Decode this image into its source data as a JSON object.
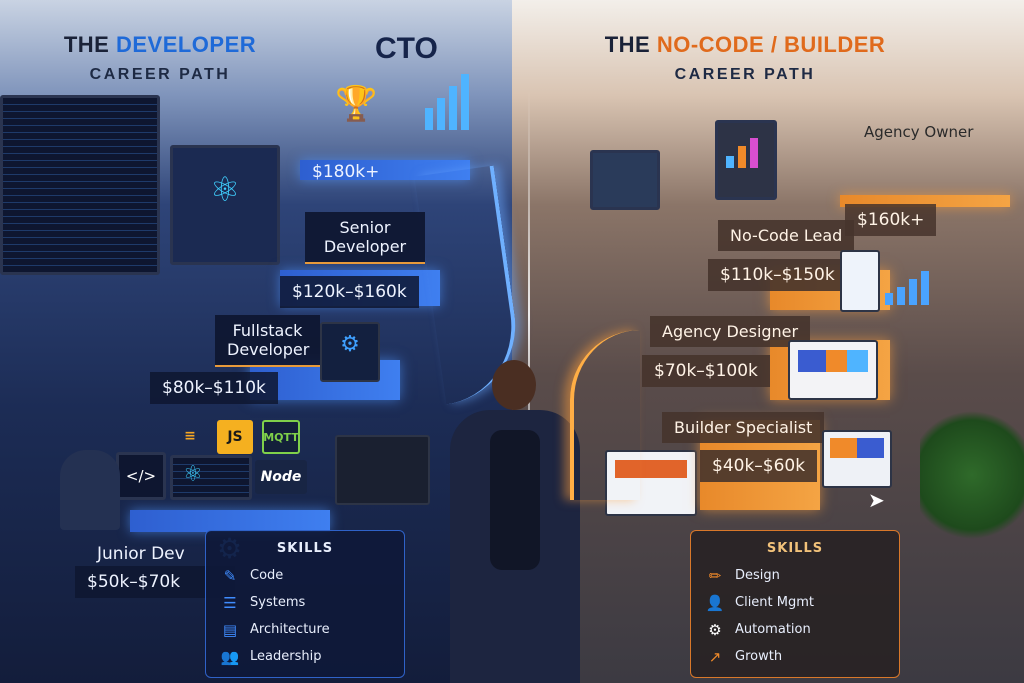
{
  "left": {
    "title_prefix": "THE",
    "title_accent": "DEVELOPER",
    "subtitle": "CAREER PATH",
    "accent_color": "#1f6ad8",
    "top_role": "CTO",
    "levels": [
      {
        "role": "CTO",
        "salary": "$180k+"
      },
      {
        "role": "Senior Developer",
        "role_l1": "Senior",
        "role_l2": "Developer",
        "salary": "$120k–$160k"
      },
      {
        "role": "Fullstack Developer",
        "role_l1": "Fullstack",
        "role_l2": "Developer",
        "salary": "$80k–$110k"
      },
      {
        "role": "Junior Dev",
        "salary": "$50k–$70k"
      }
    ],
    "tech_tiles": [
      "</>",
      "JS",
      "MQTT",
      "Node"
    ],
    "skills_title": "SKILLS",
    "skills": [
      {
        "label": "Code",
        "icon": "code-edit-icon",
        "glyph": "✎"
      },
      {
        "label": "Systems",
        "icon": "list-icon",
        "glyph": "☰"
      },
      {
        "label": "Architecture",
        "icon": "blueprint-icon",
        "glyph": "▤"
      },
      {
        "label": "Leadership",
        "icon": "people-icon",
        "glyph": "👥"
      }
    ]
  },
  "right": {
    "title_prefix": "THE",
    "title_accent": "NO-CODE / BUILDER",
    "subtitle": "CAREER PATH",
    "accent_color": "#e06a1c",
    "levels": [
      {
        "role": "Agency Owner",
        "salary": "$160k+"
      },
      {
        "role": "No-Code Lead",
        "salary": "$110k–$150k"
      },
      {
        "role": "Agency Designer",
        "salary": "$70k–$100k"
      },
      {
        "role": "Builder Specialist",
        "salary": "$40k–$60k"
      }
    ],
    "skills_title": "SKILLS",
    "skills": [
      {
        "label": "Design",
        "icon": "pencil-icon",
        "glyph": "✏"
      },
      {
        "label": "Client Mgmt",
        "icon": "client-icon",
        "glyph": "👤"
      },
      {
        "label": "Automation",
        "icon": "gear-icon",
        "glyph": "⚙"
      },
      {
        "label": "Growth",
        "icon": "growth-chart-icon",
        "glyph": "↗"
      }
    ]
  }
}
